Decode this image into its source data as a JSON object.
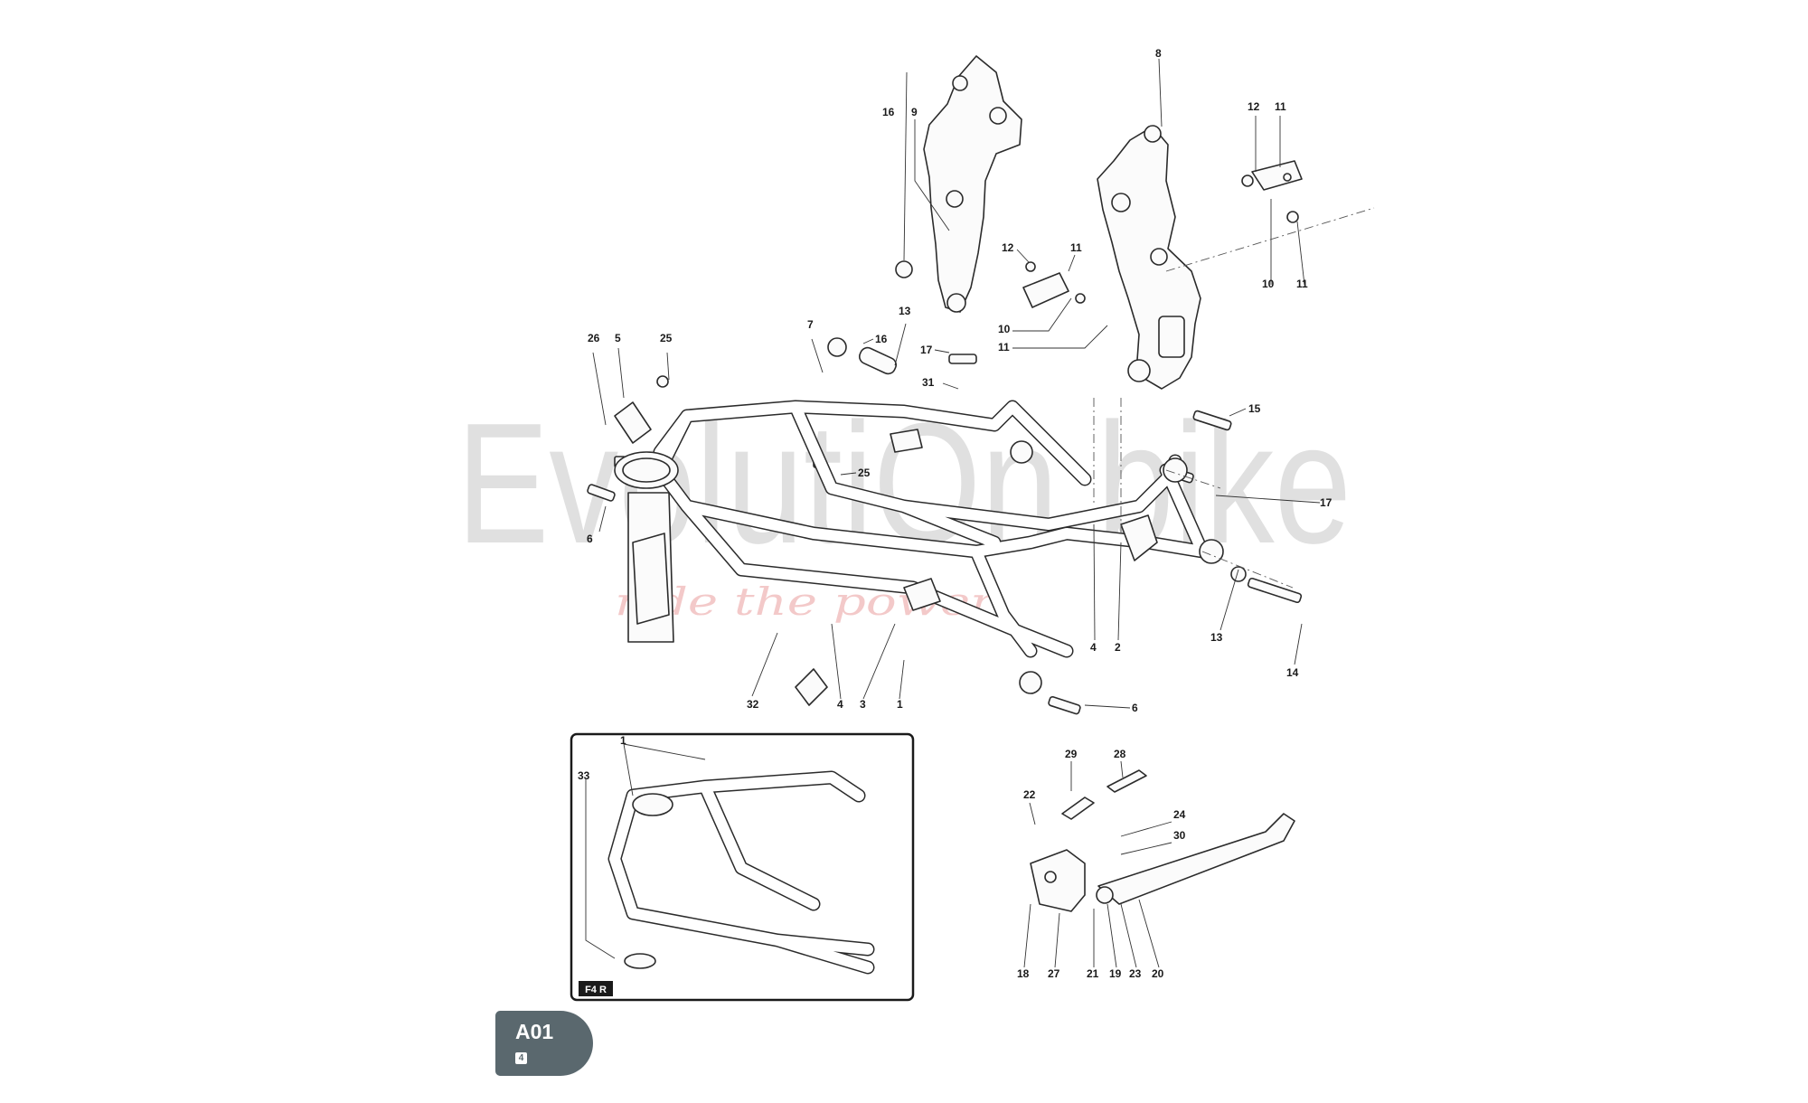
{
  "page": {
    "code": "A01",
    "number": "4"
  },
  "inset": {
    "tag": "F4 R"
  },
  "watermark": {
    "brand": "EvolutiOn bike",
    "tagline": "ride the power"
  },
  "callouts": [
    {
      "id": "8",
      "text": "8"
    },
    {
      "id": "16a",
      "text": "16"
    },
    {
      "id": "9",
      "text": "9"
    },
    {
      "id": "12a",
      "text": "12"
    },
    {
      "id": "11a",
      "text": "11"
    },
    {
      "id": "12b",
      "text": "12"
    },
    {
      "id": "11b",
      "text": "11"
    },
    {
      "id": "10a",
      "text": "10"
    },
    {
      "id": "11c",
      "text": "11"
    },
    {
      "id": "10b",
      "text": "10"
    },
    {
      "id": "11d",
      "text": "11"
    },
    {
      "id": "7",
      "text": "7"
    },
    {
      "id": "13a",
      "text": "13"
    },
    {
      "id": "16b",
      "text": "16"
    },
    {
      "id": "17a",
      "text": "17"
    },
    {
      "id": "31",
      "text": "31"
    },
    {
      "id": "26",
      "text": "26"
    },
    {
      "id": "5",
      "text": "5"
    },
    {
      "id": "25a",
      "text": "25"
    },
    {
      "id": "25b",
      "text": "25"
    },
    {
      "id": "15",
      "text": "15"
    },
    {
      "id": "17b",
      "text": "17"
    },
    {
      "id": "6a",
      "text": "6"
    },
    {
      "id": "4a",
      "text": "4"
    },
    {
      "id": "2",
      "text": "2"
    },
    {
      "id": "13b",
      "text": "13"
    },
    {
      "id": "14",
      "text": "14"
    },
    {
      "id": "32",
      "text": "32"
    },
    {
      "id": "4b",
      "text": "4"
    },
    {
      "id": "3",
      "text": "3"
    },
    {
      "id": "1a",
      "text": "1"
    },
    {
      "id": "6b",
      "text": "6"
    },
    {
      "id": "1b",
      "text": "1"
    },
    {
      "id": "33",
      "text": "33"
    },
    {
      "id": "29",
      "text": "29"
    },
    {
      "id": "28",
      "text": "28"
    },
    {
      "id": "22",
      "text": "22"
    },
    {
      "id": "24",
      "text": "24"
    },
    {
      "id": "30",
      "text": "30"
    },
    {
      "id": "18",
      "text": "18"
    },
    {
      "id": "27",
      "text": "27"
    },
    {
      "id": "21",
      "text": "21"
    },
    {
      "id": "19",
      "text": "19"
    },
    {
      "id": "23",
      "text": "23"
    },
    {
      "id": "20",
      "text": "20"
    }
  ]
}
